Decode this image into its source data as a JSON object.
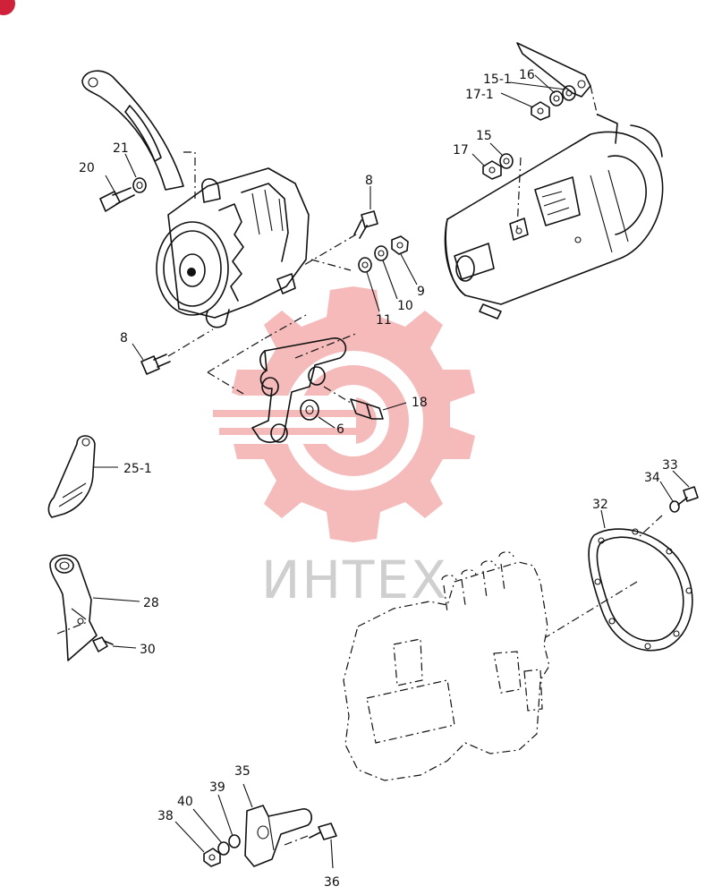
{
  "watermark": {
    "text": "ИНТЕХ",
    "gear_color": "#f5b3b3",
    "text_color": "#cfcfcf"
  },
  "badge_color": "#d0213a",
  "labels": {
    "l15_1": "15-1",
    "l16": "16",
    "l17_1": "17-1",
    "l15": "15",
    "l17": "17",
    "l20": "20",
    "l21": "21",
    "l8a": "8",
    "l8b": "8",
    "l9": "9",
    "l10": "10",
    "l11": "11",
    "l18": "18",
    "l6": "6",
    "l25_1": "25-1",
    "l33": "33",
    "l34": "34",
    "l32": "32",
    "l28": "28",
    "l30": "30",
    "l35": "35",
    "l39": "39",
    "l40": "40",
    "l38": "38",
    "l36": "36"
  }
}
